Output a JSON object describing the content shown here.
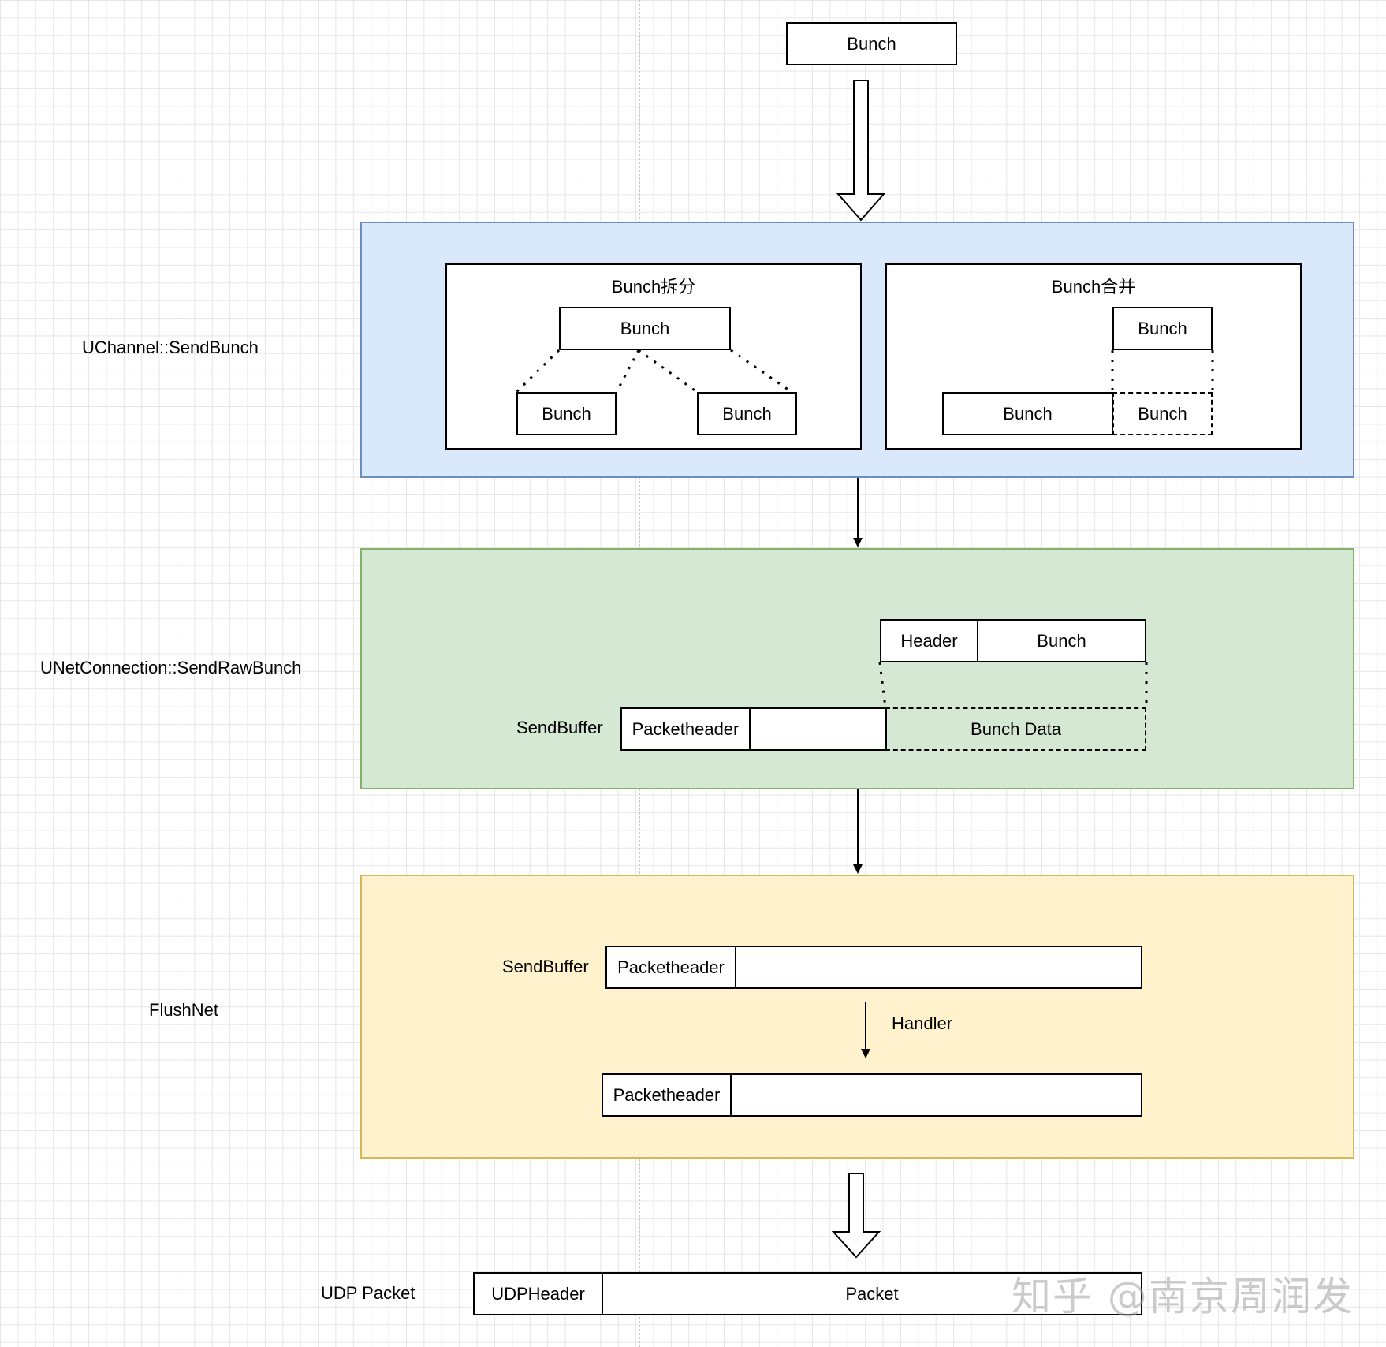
{
  "top_bunch": "Bunch",
  "stage1": {
    "side_label": "UChannel::SendBunch",
    "split": {
      "title": "Bunch拆分",
      "parent": "Bunch",
      "child_left": "Bunch",
      "child_right": "Bunch"
    },
    "merge": {
      "title": "Bunch合并",
      "top": "Bunch",
      "bottom_left": "Bunch",
      "bottom_right": "Bunch"
    }
  },
  "stage2": {
    "side_label": "UNetConnection::SendRawBunch",
    "header": "Header",
    "bunch": "Bunch",
    "sendbuffer_label": "SendBuffer",
    "packetheader": "Packetheader",
    "bunch_data": "Bunch Data"
  },
  "stage3": {
    "side_label": "FlushNet",
    "sendbuffer_label": "SendBuffer",
    "packetheader_top": "Packetheader",
    "handler_label": "Handler",
    "packetheader_bottom": "Packetheader"
  },
  "stage4": {
    "side_label": "UDP Packet",
    "udpheader": "UDPHeader",
    "packet": "Packet"
  },
  "watermark": "知乎 @南京周润发",
  "colors": {
    "blue_fill": "#dae8fc",
    "blue_stroke": "#6c8ebf",
    "green_fill": "#d5e8d4",
    "green_stroke": "#82b366",
    "yellow_fill": "#fff2cc",
    "yellow_stroke": "#d6b656"
  }
}
